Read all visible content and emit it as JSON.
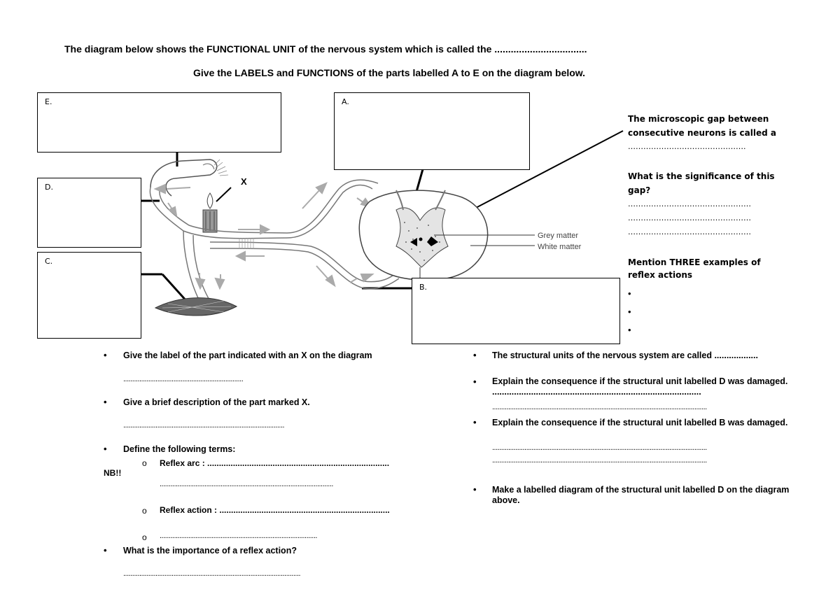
{
  "header": {
    "line1": "The diagram below shows the FUNCTIONAL UNIT of the nervous system which is called the ..................................",
    "line2": "Give the LABELS and FUNCTIONS of the parts labelled A to E on the diagram below."
  },
  "boxes": {
    "e": "E.",
    "a": "A.",
    "d": "D.",
    "c": "C.",
    "b": "B."
  },
  "diagram": {
    "x_label": "X",
    "grey_matter": "Grey matter",
    "white_matter": "White matter"
  },
  "side": {
    "synapse_q1": "The microscopic gap between",
    "synapse_q2": "consecutive neurons is called a",
    "synapse_dots": "……………………………………….",
    "significance_q1": "What is the significance of this",
    "significance_q2": "gap?",
    "dots1": "…………………………………………",
    "dots2": "…………………………………………",
    "dots3": "…………………………………………",
    "reflex_q1": "Mention THREE examples of",
    "reflex_q2": "reflex actions",
    "bullets": [
      "",
      "",
      ""
    ]
  },
  "left_questions": {
    "q1": "Give the label of the part indicated with an X on the diagram",
    "q1_dots": "...................................................................",
    "q2": "Give a brief description of the part marked X.",
    "q2_dots": "..........................................................................................",
    "q3": "Define the following terms:",
    "reflex_arc": "Reflex arc  : ..............................................................................",
    "reflex_arc_dots2": ".................................................................................................",
    "reflex_action": "Reflex action  : .........................................................................",
    "third_dots": "........................................................................................",
    "nb": "NB!!",
    "q4": "What is the importance of a reflex action?",
    "q4_dots": "..................................................................................................."
  },
  "right_questions": {
    "q1": "The structural units of the nervous system are called ..................",
    "q2": "Explain the consequence if the structural unit labelled D was damaged.  ......................................................................................",
    "q2_dots": "........................................................................................................................",
    "q3": "Explain the consequence if the structural unit labelled B was damaged.",
    "q3_dots1": "........................................................................................................................",
    "q3_dots2": "........................................................................................................................",
    "q4": "Make a labelled diagram of the structural unit labelled D on the diagram above."
  }
}
